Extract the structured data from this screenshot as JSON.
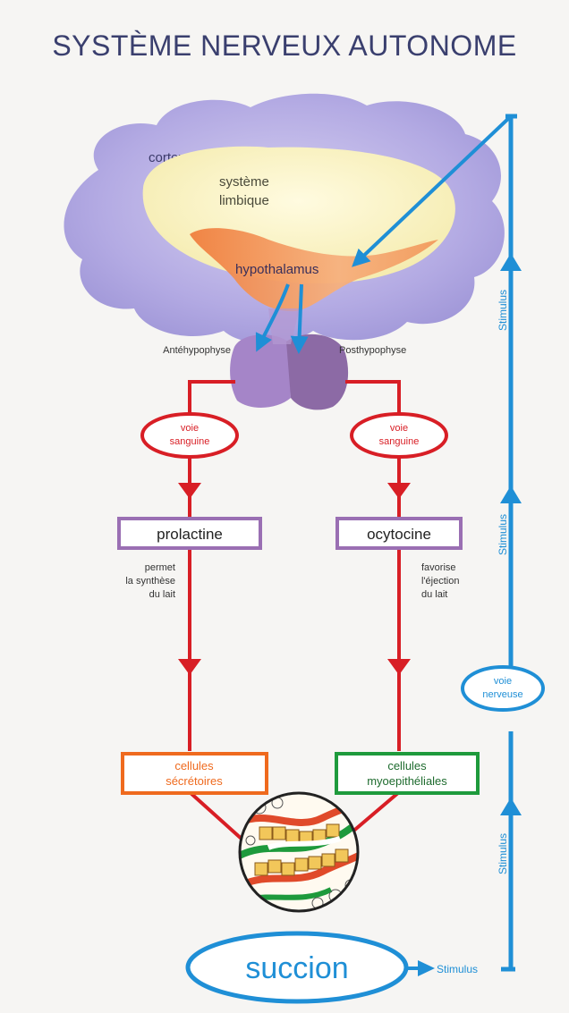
{
  "title": "SYSTÈME NERVEUX AUTONOME",
  "brain": {
    "cortex": "cortex",
    "limbic_line1": "système",
    "limbic_line2": "limbique",
    "hypothalamus": "hypothalamus"
  },
  "pituitary": {
    "anterior": "Antéhypophyse",
    "posterior": "Posthypophyse"
  },
  "left_branch": {
    "route_line1": "voie",
    "route_line2": "sanguine",
    "hormone": "prolactine",
    "effect_line1": "permet",
    "effect_line2": "la synthèse",
    "effect_line3": "du lait",
    "cells_line1": "cellules",
    "cells_line2": "sécrétoires"
  },
  "right_branch": {
    "route_line1": "voie",
    "route_line2": "sanguine",
    "hormone": "ocytocine",
    "effect_line1": "favorise",
    "effect_line2": "l'éjection",
    "effect_line3": "du lait",
    "cells_line1": "cellules",
    "cells_line2": "myoepithéliales"
  },
  "nerve": {
    "route_line1": "voie",
    "route_line2": "nerveuse",
    "stimulus_top": "Stimulus",
    "stimulus_mid": "Stimulus",
    "stimulus_low": "Stimulus",
    "stimulus_bottom": "Stimulus"
  },
  "suction": "succion",
  "colors": {
    "blue": "#1f8fd6",
    "red": "#d81e25",
    "purple": "#9a6fb3",
    "orange": "#ef6a1e",
    "green": "#1e9a3c",
    "cortex": "#a9a0dc",
    "limbic": "#f8f1b8",
    "hypothalamus": "#f29a5c"
  }
}
